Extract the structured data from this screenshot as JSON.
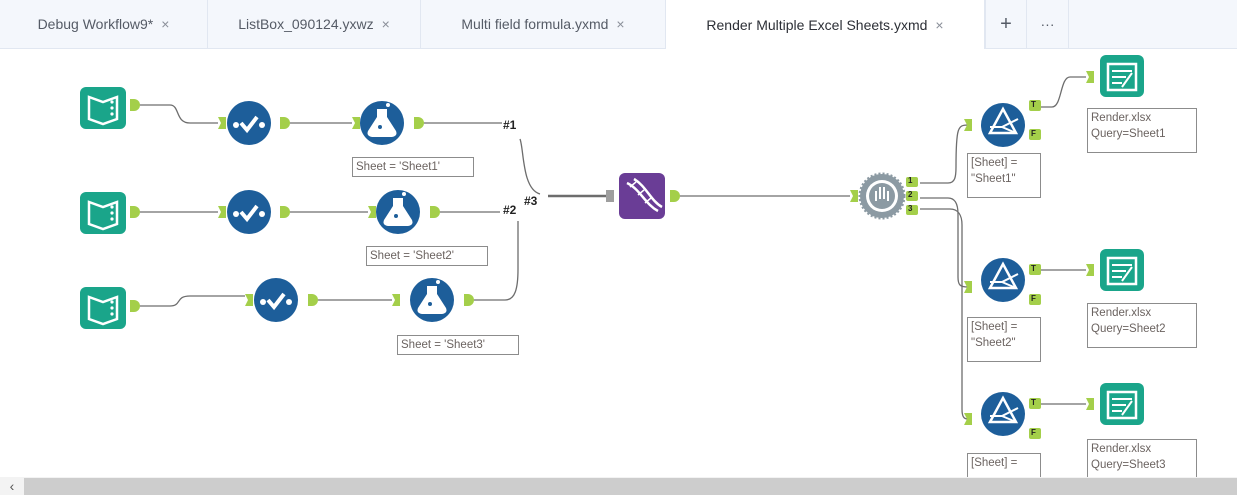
{
  "tabs": [
    {
      "label": "Debug Workflow9*",
      "close": "×",
      "active": false
    },
    {
      "label": "ListBox_090124.yxwz",
      "close": "×",
      "active": false
    },
    {
      "label": "Multi field formula.yxmd",
      "close": "×",
      "active": false
    },
    {
      "label": "Render Multiple Excel Sheets.yxmd",
      "close": "×",
      "active": true
    }
  ],
  "tab_actions": {
    "add": "+",
    "more": "···"
  },
  "colors": {
    "input_tool": "#1aa58a",
    "prep_tool": "#1d5e9a",
    "macro_tool": "#6a3d96",
    "anchor": "#a4cf4a",
    "connector": "#6d6d6d"
  },
  "tools": {
    "inputs": [
      {
        "icon": "book-input-icon"
      },
      {
        "icon": "book-input-icon"
      },
      {
        "icon": "book-input-icon"
      }
    ],
    "selects": [
      {
        "icon": "select-check-icon"
      },
      {
        "icon": "select-check-icon"
      },
      {
        "icon": "select-check-icon"
      }
    ],
    "formulas": [
      {
        "icon": "flask-icon",
        "annotation": "Sheet = 'Sheet1'",
        "link_label": "#1"
      },
      {
        "icon": "flask-icon",
        "annotation": "Sheet = 'Sheet2'",
        "link_label": "#2"
      },
      {
        "icon": "flask-icon",
        "annotation": "Sheet = 'Sheet3'",
        "link_label": "#3"
      }
    ],
    "union": {
      "icon": "dna-icon"
    },
    "block_until_done": {
      "icon": "hand-stop-icon",
      "outputs": [
        "1",
        "2",
        "3"
      ]
    },
    "filters": [
      {
        "icon": "filter-prism-icon",
        "annotation": "[Sheet] =\n\"Sheet1\"",
        "true_anchor": "T",
        "false_anchor": "F"
      },
      {
        "icon": "filter-prism-icon",
        "annotation": "[Sheet] =\n\"Sheet2\"",
        "true_anchor": "T",
        "false_anchor": "F"
      },
      {
        "icon": "filter-prism-icon",
        "annotation": "[Sheet] =",
        "true_anchor": "T",
        "false_anchor": "F"
      }
    ],
    "outputs": [
      {
        "icon": "render-output-icon",
        "annotation": "Render.xlsx\nQuery=Sheet1"
      },
      {
        "icon": "render-output-icon",
        "annotation": "Render.xlsx\nQuery=Sheet2"
      },
      {
        "icon": "render-output-icon",
        "annotation": "Render.xlsx\nQuery=Sheet3"
      }
    ]
  },
  "scrollbar": {
    "left_arrow": "‹"
  }
}
